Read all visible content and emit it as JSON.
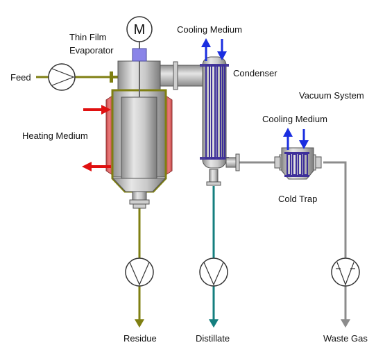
{
  "labels": {
    "thin_film_evaporator_line1": "Thin Film",
    "thin_film_evaporator_line2": "Evaporator",
    "feed": "Feed",
    "heating_medium": "Heating Medium",
    "cooling_medium_condenser": "Cooling Medium",
    "condenser": "Condenser",
    "vacuum_system": "Vacuum System",
    "cooling_medium_cold_trap": "Cooling Medium",
    "cold_trap": "Cold Trap",
    "residue": "Residue",
    "distillate": "Distillate",
    "waste_gas": "Waste Gas",
    "motor": "M"
  },
  "colors": {
    "feed_line": "#7f7f12",
    "residue_line": "#7f7f12",
    "distillate_line": "#157f7f",
    "vacuum_line": "#8c8c8c",
    "heating_arrows": "#e01010",
    "cooling_arrows": "#1a2ee0",
    "heating_jacket": "#e06060",
    "condenser_tubes": "#3d2f9a",
    "vessel_metal": "#b8b8b8"
  },
  "icons": {
    "motor": "motor-circle-icon",
    "feed_pump": "pump-icon",
    "residue_pump": "pump-icon",
    "distillate_pump": "pump-icon",
    "vacuum_pump": "vacuum-pump-icon"
  }
}
